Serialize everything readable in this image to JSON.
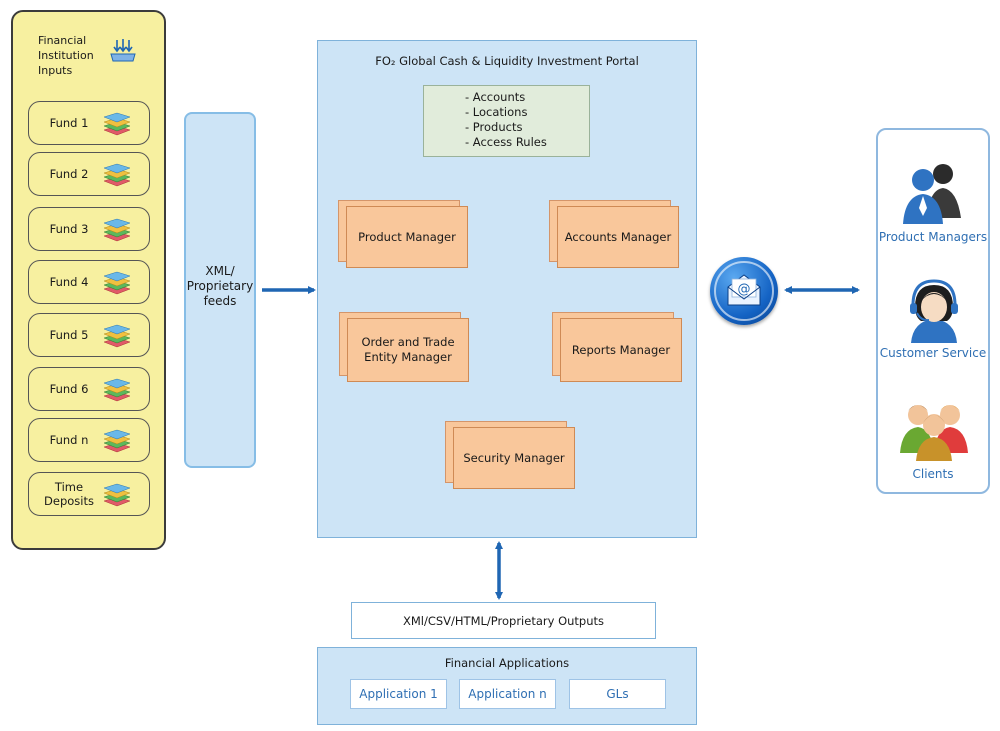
{
  "inputs": {
    "title": "Financial Institution Inputs",
    "funds": [
      "Fund 1",
      "Fund 2",
      "Fund 3",
      "Fund 4",
      "Fund 5",
      "Fund 6",
      "Fund n",
      "Time Deposits"
    ]
  },
  "feeds": {
    "label": "XML/ Proprietary feeds"
  },
  "portal": {
    "title": "FO₂ Global Cash & Liquidity Investment Portal",
    "rules": [
      "- Accounts",
      "- Locations",
      "- Products",
      "- Access Rules"
    ],
    "managers": {
      "product": "Product Manager",
      "accounts": "Accounts Manager",
      "order": "Order and Trade Entity Manager",
      "reports": "Reports Manager",
      "security": "Security Manager"
    }
  },
  "users": {
    "product_managers": "Product Managers",
    "customer_service": "Customer Service",
    "clients": "Clients"
  },
  "outputs": {
    "label": "XMl/CSV/HTML/Proprietary Outputs"
  },
  "financial_apps": {
    "title": "Financial Applications",
    "apps": [
      "Application 1",
      "Application n",
      "GLs"
    ]
  },
  "colors": {
    "input_panel": "#f7f0a0",
    "portal_bg": "#cde4f6",
    "manager_box": "#f9c79b",
    "arrow": "#1f66b3"
  }
}
